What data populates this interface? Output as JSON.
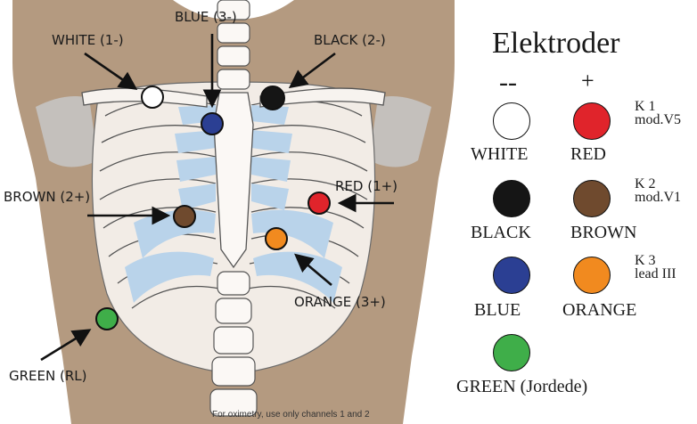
{
  "body_labels": {
    "white": "WHITE (1-)",
    "blue": "BLUE (3-)",
    "black": "BLACK (2-)",
    "brown": "BROWN (2+)",
    "red": "RED (1+)",
    "orange": "ORANGE (3+)",
    "green": "GREEN (RL)"
  },
  "legend": {
    "title": "Elektroder",
    "minus_header": "--",
    "plus_header": "+",
    "rows": [
      {
        "minus": "WHITE",
        "plus": "RED",
        "channel": "K 1",
        "lead": "mod.V5"
      },
      {
        "minus": "BLACK",
        "plus": "BROWN",
        "channel": "K 2",
        "lead": "mod.V1"
      },
      {
        "minus": "BLUE",
        "plus": "ORANGE",
        "channel": "K 3",
        "lead": "lead III"
      }
    ],
    "ground": "GREEN (Jordede)"
  },
  "footnote": "For oximetry, use only channels 1 and 2",
  "colors": {
    "white": "#ffffff",
    "black": "#151515",
    "blue": "#2b3f93",
    "red": "#e0242b",
    "brown": "#6f4a2e",
    "orange": "#f18a1f",
    "green": "#3fae49",
    "skin": "#b49a80",
    "cartilage": "#b9d3ea"
  }
}
